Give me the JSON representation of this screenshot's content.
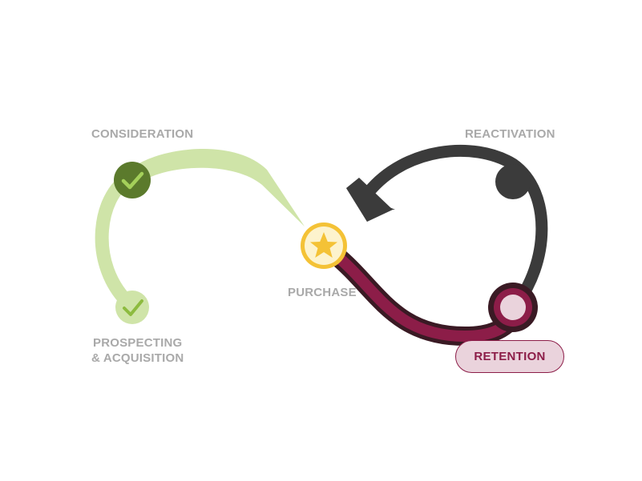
{
  "stages": {
    "consideration": "CONSIDERATION",
    "reactivation": "REACTIVATION",
    "purchase": "PURCHASE",
    "prospecting_line1": "PROSPECTING",
    "prospecting_line2": "& ACQUISITION",
    "retention": "RETENTION"
  },
  "icons": {
    "consideration_marker": "check-icon",
    "prospecting_marker": "check-icon",
    "purchase_marker": "star-icon",
    "reactivation_marker": "dot-icon",
    "retention_marker": "dot-icon",
    "direction": "arrow-head-icon"
  },
  "colors": {
    "light_green": "#cfe4a8",
    "dark_green": "#5b7a2c",
    "check_green": "#8dbb3f",
    "gold": "#f4c236",
    "gold_ring": "#f7d766",
    "dark_gray": "#3b3b3b",
    "maroon": "#8c1d48",
    "maroon_dark": "#3a1a24",
    "pink": "#ead3dc",
    "label_gray": "#a9a9a9"
  }
}
